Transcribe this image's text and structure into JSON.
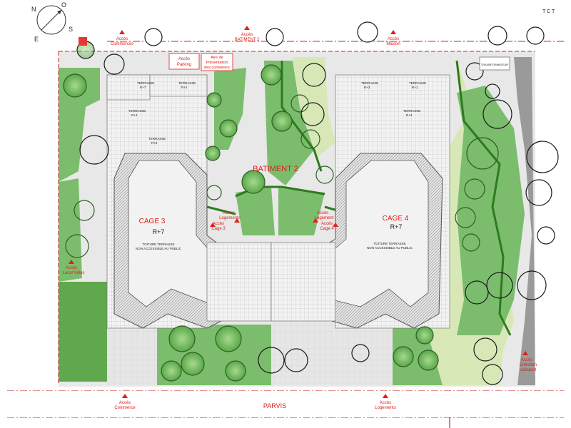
{
  "plan": {
    "building_label": "BATIMENT 2",
    "parvis_label": "PARVIS",
    "compass": {
      "n": "N",
      "e": "E",
      "s": "S",
      "o": "O"
    },
    "access_top": [
      {
        "line1": "Accès",
        "line2": "Commerces"
      },
      {
        "line1": "Accès",
        "line2": "BATIMENT 2"
      },
      {
        "line1": "Accès",
        "line2": "Maison"
      }
    ],
    "access_box_parking": {
      "line1": "Accès",
      "line2": "Parking"
    },
    "access_box_containers": {
      "line1": "Aire de",
      "line2": "Présentation",
      "line3": "des containers"
    },
    "access_bottom": [
      {
        "line1": "Accès",
        "line2": "Commerce"
      },
      {
        "line1": "Accès",
        "line2": "Logements"
      }
    ],
    "access_left_velos": {
      "line1": "Accès",
      "line2": "Local Vélos"
    },
    "access_right_entretien": {
      "line1": "Accès",
      "line2": "Entretien",
      "line3": "autoport"
    },
    "access_cage3": {
      "log1": "Accès",
      "log2": "Logements",
      "cage1": "Accès",
      "cage2": "Cage 3"
    },
    "access_cage4": {
      "log1": "Accès",
      "log2": "Logement",
      "cage1": "Accès",
      "cage2": "Cage 4"
    },
    "cage3": {
      "name": "CAGE 3",
      "level": "R+7",
      "note1": "TOITURE TERRASSE",
      "note2": "NON ACCESSIBLE AU PUBLIC"
    },
    "cage4": {
      "name": "CAGE 4",
      "level": "R+7",
      "note1": "TOITURE TERRASSE",
      "note2": "NON ACCESSIBLE AU PUBLIC"
    },
    "terraces": {
      "t_r7": "TERRASSE",
      "t_r7_lvl": "R+7",
      "t_r2": "TERRASSE",
      "t_r2_lvl": "R+2",
      "t_r4": "TERRASSE",
      "t_r4_lvl": "R+4",
      "t_r6": "TERRASSE",
      "t_r6_lvl": "R+6",
      "t_r3": "TERRASSE",
      "t_r3_lvl": "R+3",
      "t_r1": "TERRASSE",
      "t_r1_lvl": "R+1",
      "t_r4b": "TERRASSE",
      "t_r4b_lvl": "R+4"
    },
    "top_right_text": "T C T",
    "top_right_box": "TRANSFORMATEUR",
    "colors": {
      "access_red": "#e0201a",
      "lawn": "#7bbd6d",
      "lawn_light": "#d7e8b6",
      "road": "#9a9a9a",
      "hedge": "#2e7a1e"
    }
  }
}
